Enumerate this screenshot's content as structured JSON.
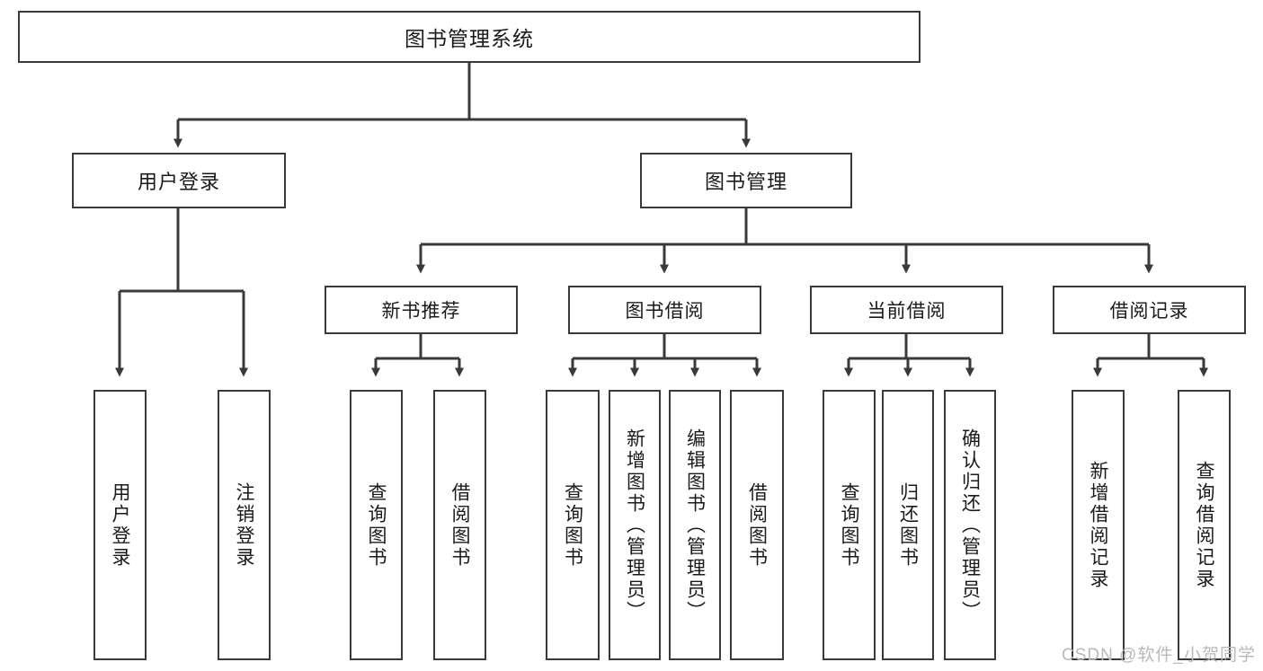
{
  "diagram": {
    "title": "图书管理系统",
    "type": "hierarchy-tree",
    "watermark": "CSDN @软件_小贺同学",
    "colors": {
      "box_border": "#3a3a3a",
      "box_fill": "#ffffff",
      "connector": "#3a3a3a",
      "text": "#1a1a1a",
      "watermark": "#b9b9b9"
    }
  },
  "nodes": {
    "root": {
      "label": "图书管理系统"
    },
    "level2": [
      {
        "label": "用户登录"
      },
      {
        "label": "图书管理"
      }
    ],
    "level3": [
      {
        "label": "新书推荐"
      },
      {
        "label": "图书借阅"
      },
      {
        "label": "当前借阅"
      },
      {
        "label": "借阅记录"
      }
    ],
    "leaves": {
      "user_login": [
        {
          "label": "用户登录"
        },
        {
          "label": "注销登录"
        }
      ],
      "new_book_recommend": [
        {
          "label": "查询图书"
        },
        {
          "label": "借阅图书"
        }
      ],
      "book_borrow": [
        {
          "label": "查询图书"
        },
        {
          "label": "新增图书（管理员）"
        },
        {
          "label": "编辑图书（管理员）"
        },
        {
          "label": "借阅图书"
        }
      ],
      "current_borrow": [
        {
          "label": "查询图书"
        },
        {
          "label": "归还图书"
        },
        {
          "label": "确认归还（管理员）"
        }
      ],
      "borrow_record": [
        {
          "label": "新增借阅记录"
        },
        {
          "label": "查询借阅记录"
        }
      ]
    }
  }
}
